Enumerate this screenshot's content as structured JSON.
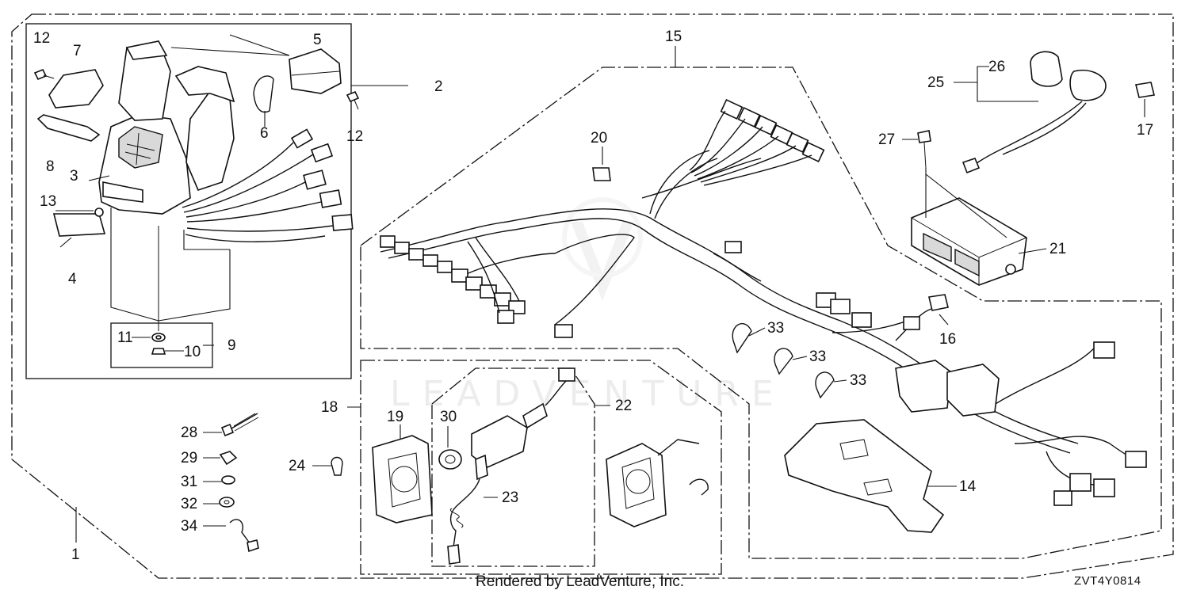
{
  "diagram": {
    "callouts": [
      {
        "id": "c1",
        "text": "1"
      },
      {
        "id": "c2",
        "text": "2"
      },
      {
        "id": "c3",
        "text": "3"
      },
      {
        "id": "c4",
        "text": "4"
      },
      {
        "id": "c5",
        "text": "5"
      },
      {
        "id": "c6",
        "text": "6"
      },
      {
        "id": "c7",
        "text": "7"
      },
      {
        "id": "c8",
        "text": "8"
      },
      {
        "id": "c9",
        "text": "9"
      },
      {
        "id": "c10",
        "text": "10"
      },
      {
        "id": "c11",
        "text": "11"
      },
      {
        "id": "c12a",
        "text": "12"
      },
      {
        "id": "c12b",
        "text": "12"
      },
      {
        "id": "c13",
        "text": "13"
      },
      {
        "id": "c14",
        "text": "14"
      },
      {
        "id": "c15",
        "text": "15"
      },
      {
        "id": "c16",
        "text": "16"
      },
      {
        "id": "c17",
        "text": "17"
      },
      {
        "id": "c18",
        "text": "18"
      },
      {
        "id": "c19",
        "text": "19"
      },
      {
        "id": "c20",
        "text": "20"
      },
      {
        "id": "c21",
        "text": "21"
      },
      {
        "id": "c22",
        "text": "22"
      },
      {
        "id": "c23",
        "text": "23"
      },
      {
        "id": "c24",
        "text": "24"
      },
      {
        "id": "c25",
        "text": "25"
      },
      {
        "id": "c26",
        "text": "26"
      },
      {
        "id": "c27",
        "text": "27"
      },
      {
        "id": "c28",
        "text": "28"
      },
      {
        "id": "c29",
        "text": "29"
      },
      {
        "id": "c30",
        "text": "30"
      },
      {
        "id": "c31",
        "text": "31"
      },
      {
        "id": "c32",
        "text": "32"
      },
      {
        "id": "c33a",
        "text": "33"
      },
      {
        "id": "c33b",
        "text": "33"
      },
      {
        "id": "c33c",
        "text": "33"
      },
      {
        "id": "c34",
        "text": "34"
      }
    ],
    "footer": "Rendered by LeadVenture, Inc.",
    "diagram_code": "ZVT4Y0814",
    "watermark": "LEADVENTURE"
  }
}
